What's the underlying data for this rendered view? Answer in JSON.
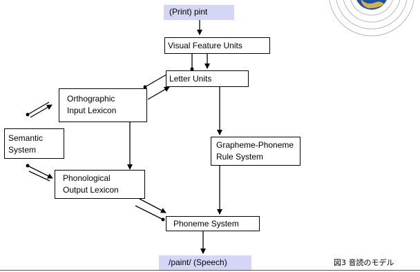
{
  "diagram": {
    "input_label": "(Print)  pint",
    "output_label": "/paint/  (Speech)",
    "caption": "図3 音読のモデル",
    "nodes": {
      "visual_feature_units": "Visual Feature Units",
      "letter_units": "Letter Units",
      "orthographic_input_lexicon": "Orthographic\nInput Lexicon",
      "semantic_system": "Semantic\nSystem",
      "phonological_output_lexicon": "Phonological\nOutput Lexicon",
      "grapheme_phoneme_rule_system": "Grapheme-Phoneme\nRule System",
      "phoneme_system": "Phoneme System"
    },
    "colors": {
      "tag_fill": "#d5d5f5",
      "stroke": "#000000"
    },
    "icons": [
      "concentric-circles-logo"
    ]
  }
}
